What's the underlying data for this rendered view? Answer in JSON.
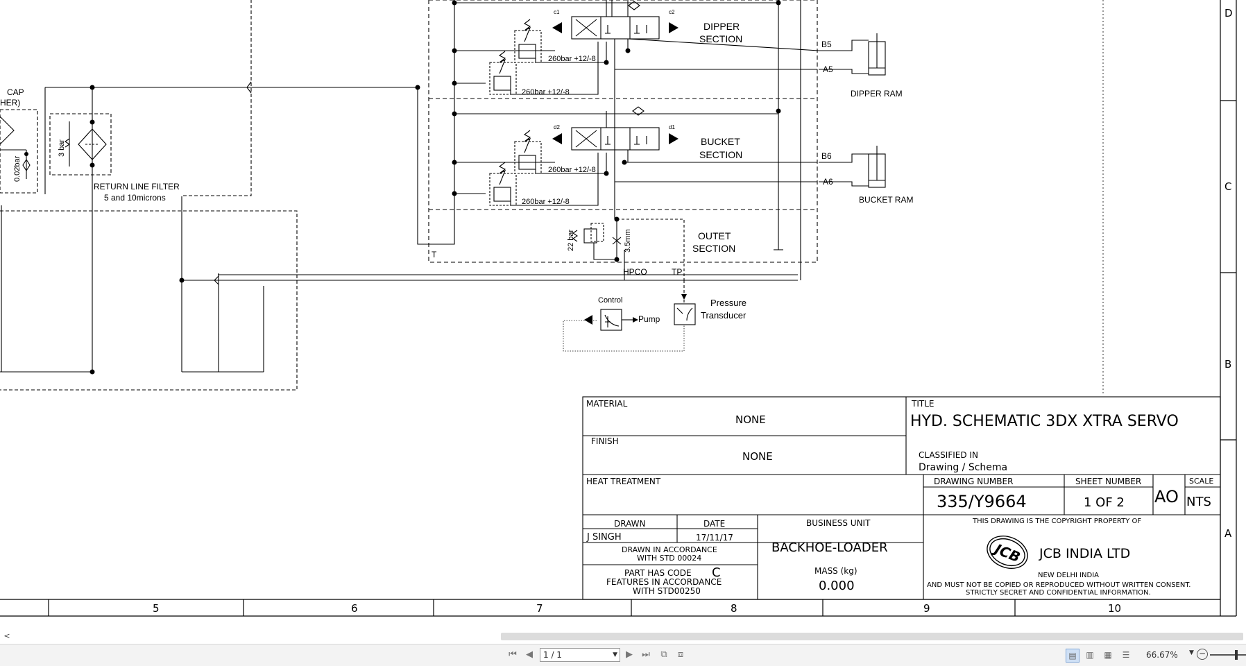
{
  "sections": {
    "dipper": [
      "DIPPER",
      "SECTION"
    ],
    "bucket": [
      "BUCKET",
      "SECTION"
    ],
    "outlet": [
      "OUTET",
      "SECTION"
    ]
  },
  "labels": {
    "cap": [
      "CAP",
      "HER)"
    ],
    "filter_3bar": "3 bar",
    "filter_002bar": "0.02bar",
    "return_filter": [
      "RETURN   LINE  FILTER",
      "5 and  10microns"
    ],
    "relief_1": "260bar +12/-8",
    "relief_2": "260bar +12/-8",
    "relief_3": "260bar +12/-8",
    "relief_4": "260bar +12/-8",
    "port_c1": "c1",
    "port_c2": "c2",
    "port_d1": "d1",
    "port_d2": "d2",
    "port_b5": "B5",
    "port_a5": "A5",
    "port_b6": "B6",
    "port_a6": "A6",
    "dipper_ram": "DIPPER    RAM",
    "bucket_ram": "BUCKET    RAM",
    "pressure_22bar": "22 bar",
    "orifice": "3.5mm",
    "port_t": "T",
    "hpco": "HPCO",
    "tp": "TP",
    "control": "Control",
    "pump": "Pump",
    "transducer": [
      "Pressure",
      "Transducer"
    ]
  },
  "title_block": {
    "material_label": "MATERIAL",
    "material_value": "NONE",
    "finish_label": "FINISH",
    "finish_value": "NONE",
    "title_label": "TITLE",
    "title_value": "HYD. SCHEMATIC 3DX XTRA SERVO",
    "classified_label": "CLASSIFIED IN",
    "classified_value": "Drawing / Schema",
    "heat_label": "HEAT TREATMENT",
    "drawing_number_label": "DRAWING NUMBER",
    "drawing_number_value": "335/Y9664",
    "sheet_number_label": "SHEET NUMBER",
    "sheet_number_value": "1  OF  2",
    "size_value": "AO",
    "scale_label": "SCALE",
    "scale_value": "NTS",
    "drawn_label": "DRAWN",
    "drawn_value": "J SINGH",
    "date_label": "DATE",
    "date_value": "17/11/17",
    "business_unit_label": "BUSINESS UNIT",
    "business_unit_value": "BACKHOE-LOADER",
    "std_line1": "DRAWN  IN  ACCORDANCE",
    "std_line2": "WITH  STD  00024",
    "code_line1": "PART  HAS  CODE",
    "code_letter": "C",
    "code_line2": "FEATURES  IN  ACCORDANCE",
    "code_line3": "WITH  STD00250",
    "mass_label": "MASS (kg)",
    "mass_value": "0.000",
    "copyright_line1": "THIS  DRAWING  IS  THE  COPYRIGHT  PROPERTY  OF",
    "company_logo": "JCB",
    "company_name": "JCB  INDIA  LTD",
    "company_city": "NEW  DELHI   INDIA",
    "copyright_line2": "AND  MUST  NOT  BE  COPIED  OR  REPRODUCED  WITHOUT  WRITTEN  CONSENT.",
    "copyright_line3": "STRICTLY  SECRET  AND  CONFIDENTIAL  INFORMATION."
  },
  "grid": {
    "columns": [
      "5",
      "6",
      "7",
      "8",
      "9",
      "10"
    ],
    "rows": [
      "D",
      "C",
      "B",
      "A"
    ]
  },
  "viewer": {
    "scroll_left": "<",
    "page_value": "1 / 1",
    "zoom": "66.67%",
    "zoom_minus": "−"
  },
  "colors": {
    "line": "#000000",
    "status_bar": "#f3f3f3",
    "scroll_thumb": "#dcdcdc"
  }
}
